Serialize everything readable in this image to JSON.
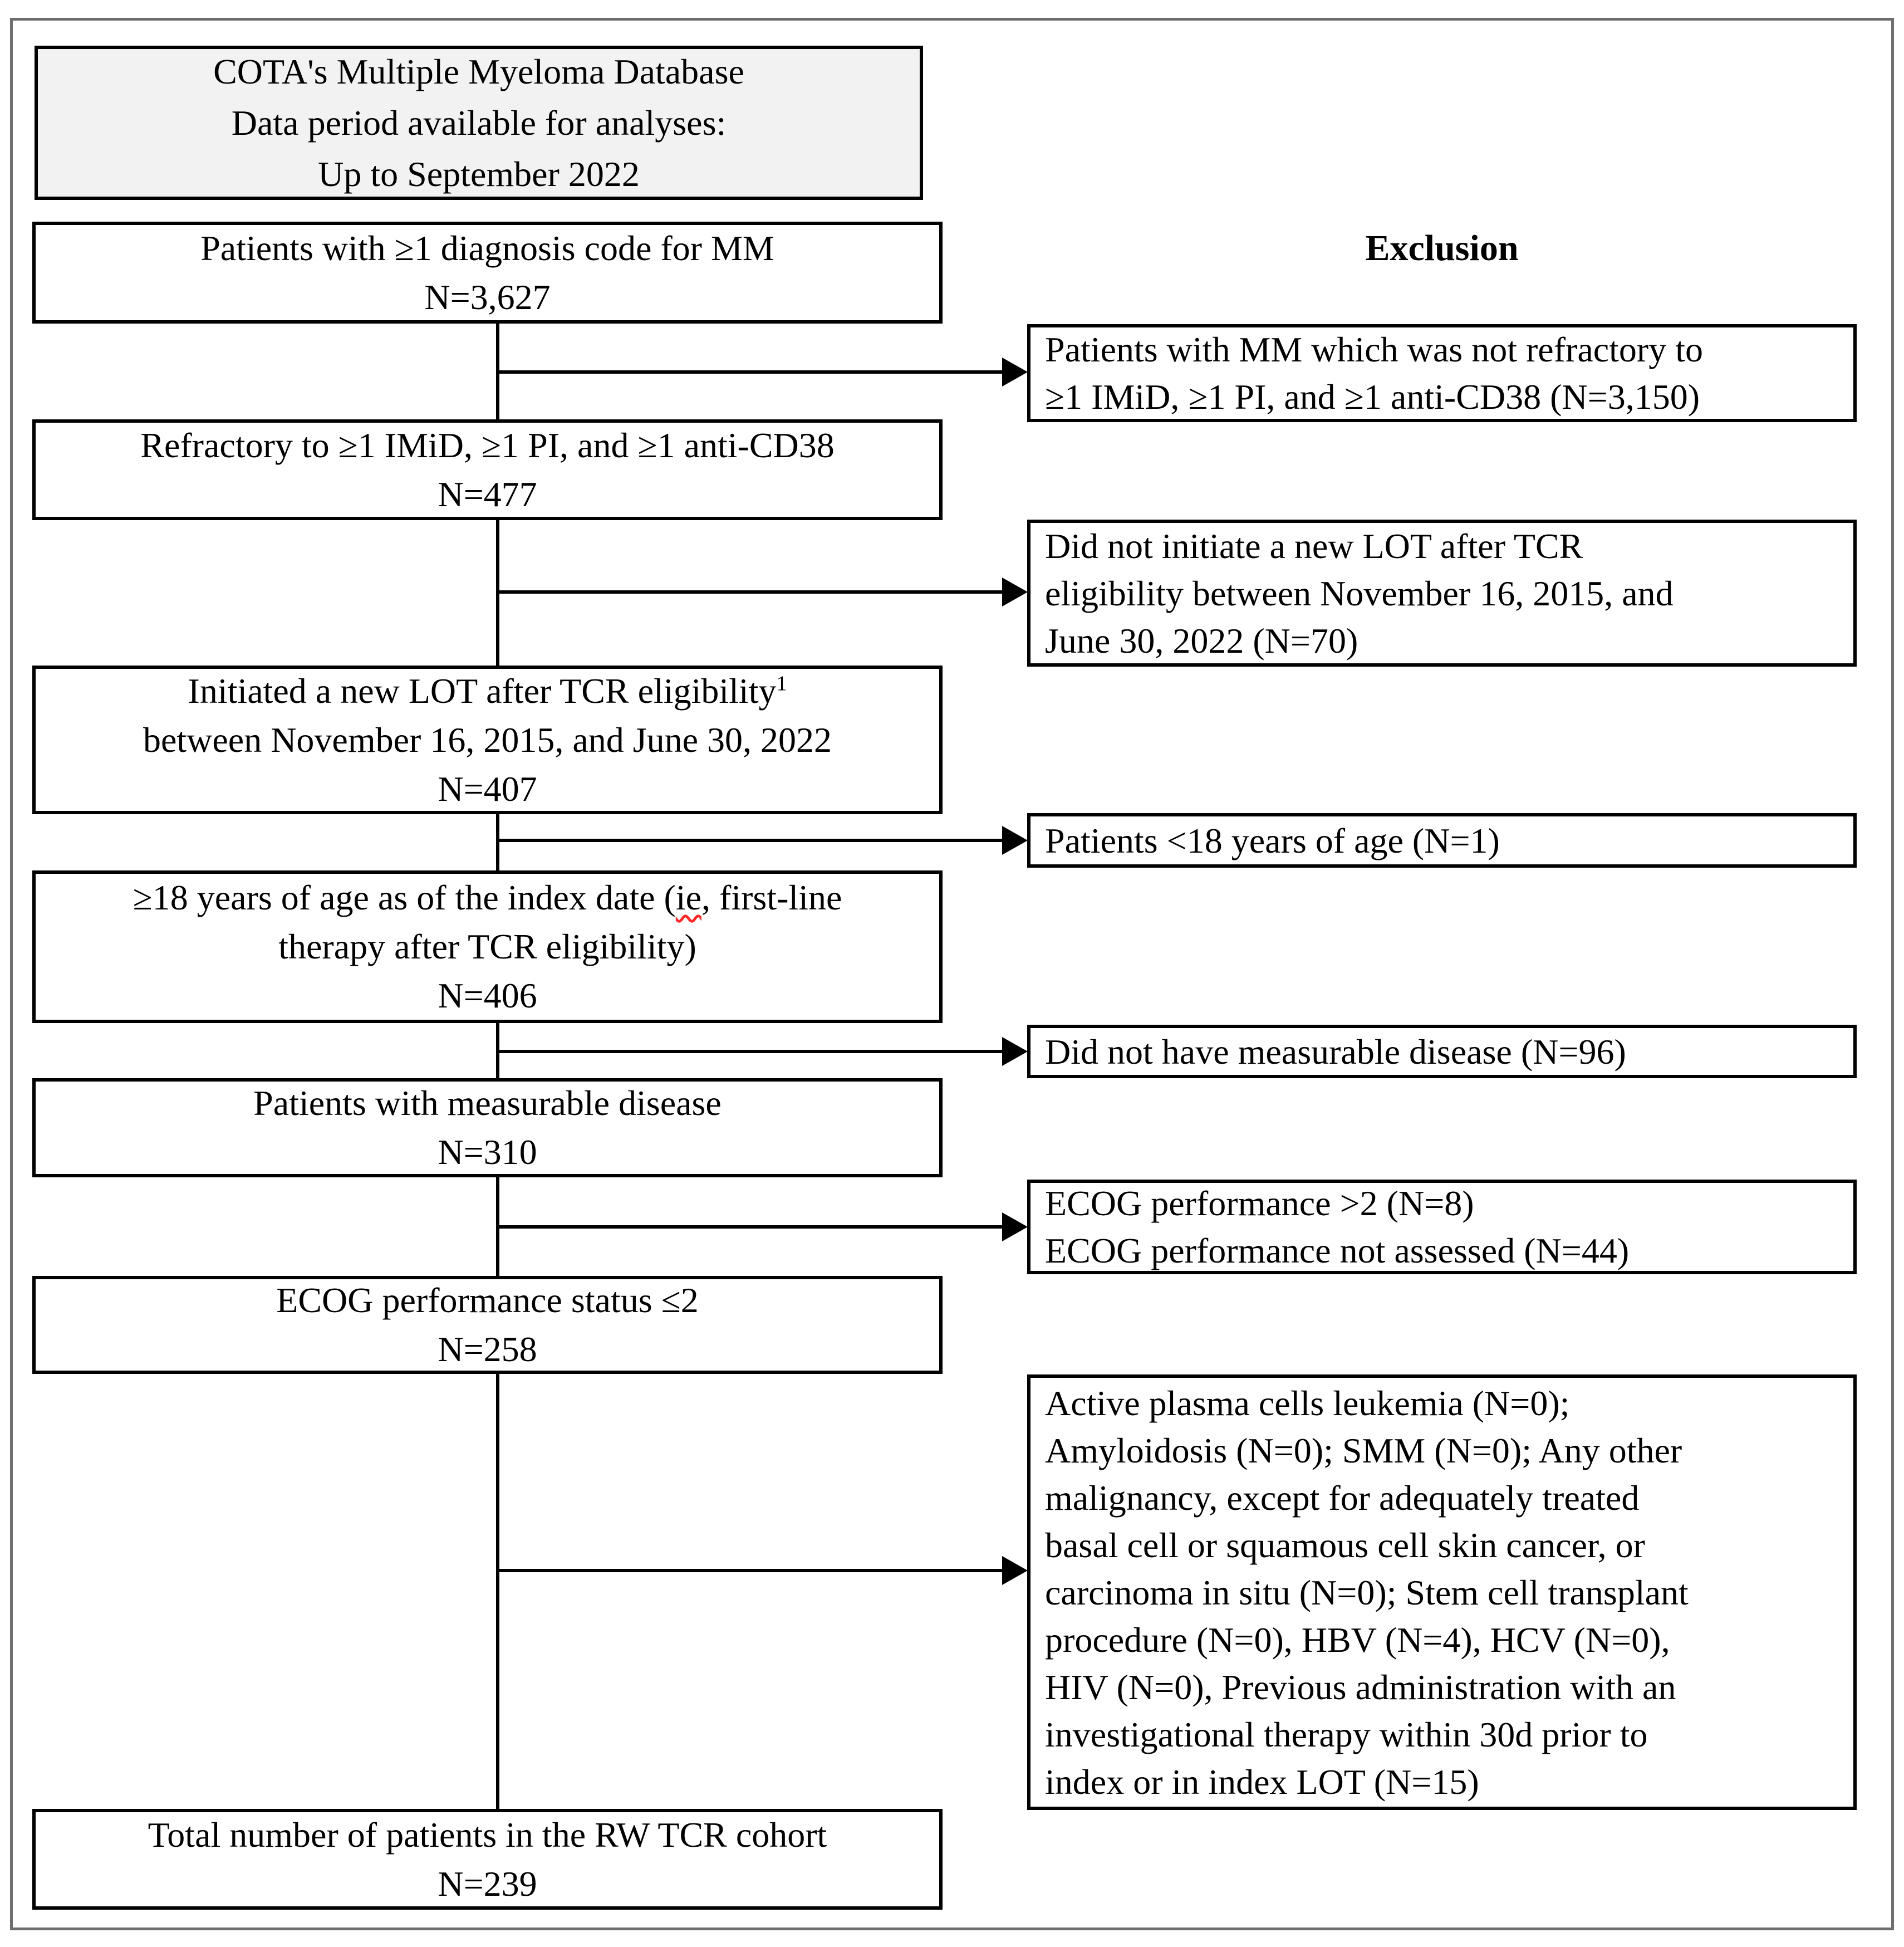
{
  "figure_type": "patient-attrition-flow-diagram",
  "source_box": {
    "lines": [
      "COTA's Multiple Myeloma Database",
      "Data period available for analyses:",
      "Up to September 2022"
    ]
  },
  "exclusion_header": "Exclusion",
  "steps": [
    {
      "id": "mm-diagnosis",
      "lines": [
        "Patients with ≥1 diagnosis code for MM"
      ],
      "n": "N=3,627"
    },
    {
      "id": "refractory",
      "lines": [
        "Refractory to ≥1 IMiD, ≥1 PI, and ≥1 anti-CD38"
      ],
      "n": "N=477"
    },
    {
      "id": "new-lot",
      "line1_text": "Initiated a new LOT after TCR eligibility",
      "line1_superscript": "1",
      "lines": [
        "between November 16, 2015, and June 30, 2022"
      ],
      "n": "N=407"
    },
    {
      "id": "adult-age",
      "line1_start": "≥18 years of age as of the index date (",
      "spellcheck_word": "ie",
      "line1_end": ", first-line",
      "lines": [
        "therapy after TCR eligibility)"
      ],
      "n": "N=406"
    },
    {
      "id": "measurable-disease",
      "lines": [
        "Patients with measurable disease"
      ],
      "n": "N=310"
    },
    {
      "id": "ecog-status",
      "lines": [
        "ECOG performance status ≤2"
      ],
      "n": "N=258"
    },
    {
      "id": "total-cohort",
      "lines": [
        "Total number of patients in the RW TCR cohort"
      ],
      "n": "N=239"
    }
  ],
  "exclusions": [
    {
      "lines": [
        "Patients with MM which was not refractory to",
        "≥1 IMiD, ≥1 PI, and ≥1 anti-CD38 (N=3,150)"
      ]
    },
    {
      "lines": [
        "Did not initiate a new LOT after TCR",
        "eligibility between November 16, 2015, and",
        "June 30, 2022 (N=70)"
      ]
    },
    {
      "lines": [
        "Patients <18 years of age (N=1)"
      ]
    },
    {
      "lines": [
        "Did not have measurable disease (N=96)"
      ]
    },
    {
      "lines": [
        "ECOG performance >2 (N=8)",
        "ECOG performance not assessed (N=44)"
      ]
    },
    {
      "lines": [
        "Active plasma cells leukemia (N=0);",
        "Amyloidosis (N=0); SMM (N=0); Any other",
        "malignancy, except for adequately treated",
        "basal cell or squamous cell skin cancer, or",
        "carcinoma in situ (N=0); Stem cell transplant",
        "procedure (N=0), HBV (N=4), HCV (N=0),",
        "HIV (N=0), Previous administration with an",
        "investigational therapy within 30d prior to",
        "index or in index LOT (N=15)"
      ]
    }
  ],
  "colors": {
    "box_border": "#000000",
    "text": "#000000",
    "source_box_fill": "#f2f2f2",
    "background": "#ffffff",
    "outer_frame": "#6e6e6e",
    "spellcheck_underline": "#ff2a2a"
  }
}
